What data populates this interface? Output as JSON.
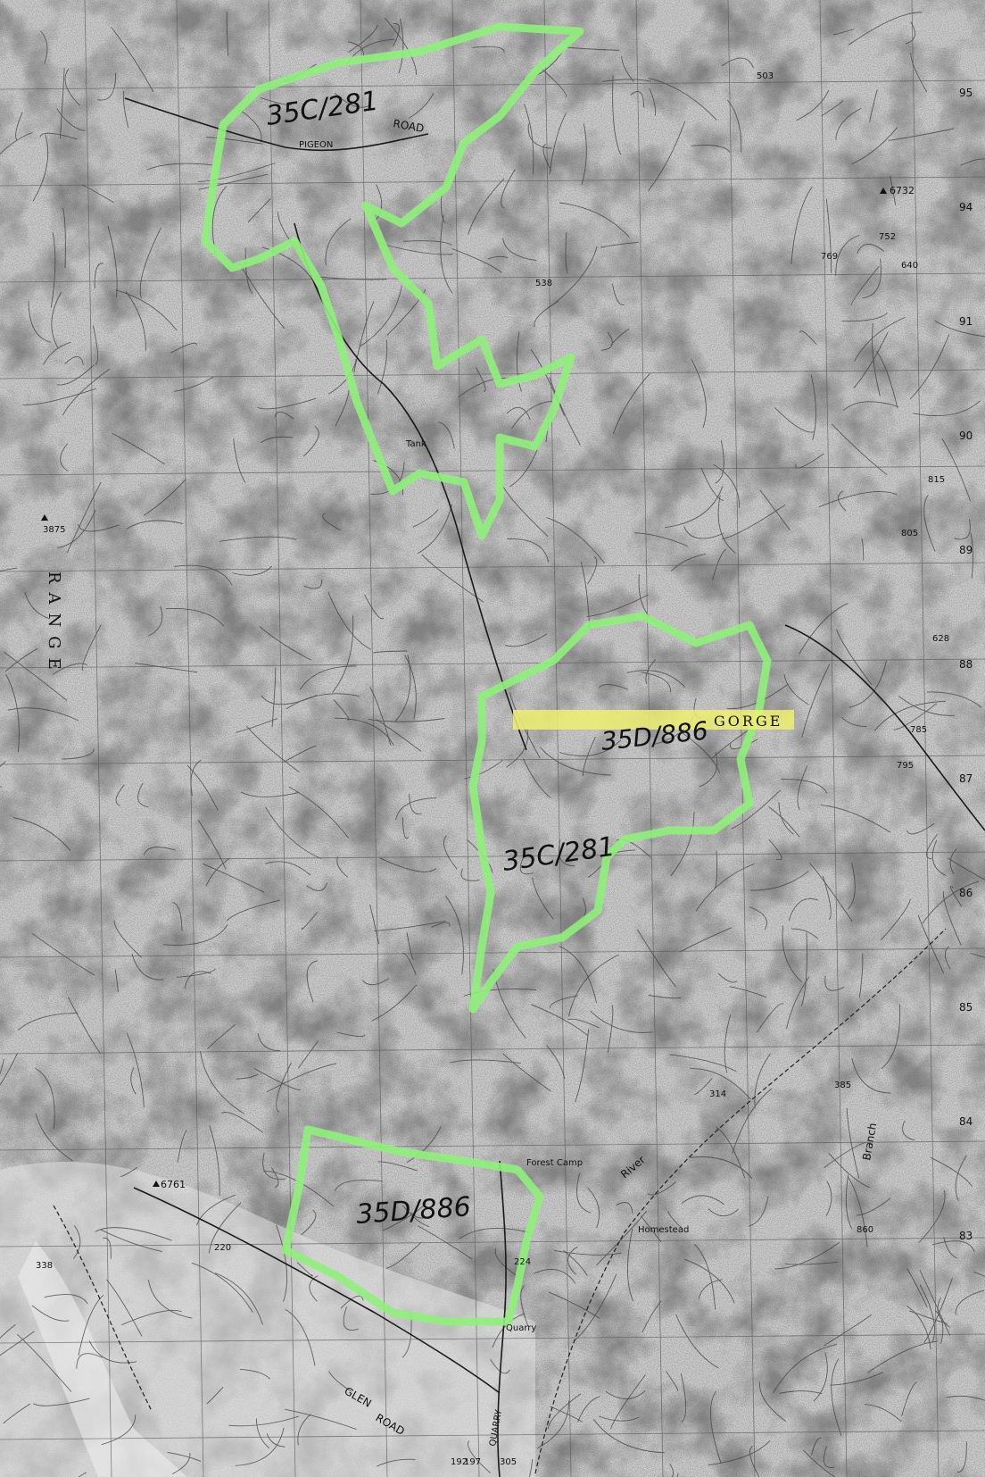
{
  "map": {
    "colors": {
      "paper": "#cfcfcf",
      "relief_dark": "#2a2a2a",
      "contour": "#3a3a3a",
      "grid": "#555555",
      "boundary_green": "#8ef07a",
      "boundary_yellow": "#eef070",
      "ink": "#111111"
    },
    "parcels": [
      {
        "id": "parcel-north",
        "label": "35C/281"
      },
      {
        "id": "parcel-east",
        "label": "35D/886"
      },
      {
        "id": "parcel-central",
        "label": "35C/281"
      },
      {
        "id": "parcel-south",
        "label": "35D/886"
      }
    ],
    "labels": {
      "range": "RANGE",
      "gorge": "GORGE",
      "road_north": "ROAD",
      "road_glen": "GLEN",
      "road_glen2": "ROAD",
      "forest_camp": "Forest Camp",
      "homestead": "Homestead",
      "quarry": "Quarry",
      "tank": "Tank",
      "road_pigeon": "PIGEON",
      "road_quarry": "QUARRY",
      "river": "River",
      "branch": "Branch"
    },
    "trig_points": [
      {
        "name": "6732"
      },
      {
        "name": "3875"
      },
      {
        "name": "6761"
      }
    ],
    "spot_heights": [
      "503",
      "752",
      "769",
      "640",
      "815",
      "805",
      "628",
      "795",
      "785",
      "385",
      "314",
      "305",
      "538",
      "220",
      "224",
      "338",
      "192",
      "197",
      "860"
    ],
    "grid_numbers": [
      "95",
      "94",
      "91",
      "90",
      "89",
      "88",
      "87",
      "86",
      "85",
      "84",
      "83"
    ]
  }
}
